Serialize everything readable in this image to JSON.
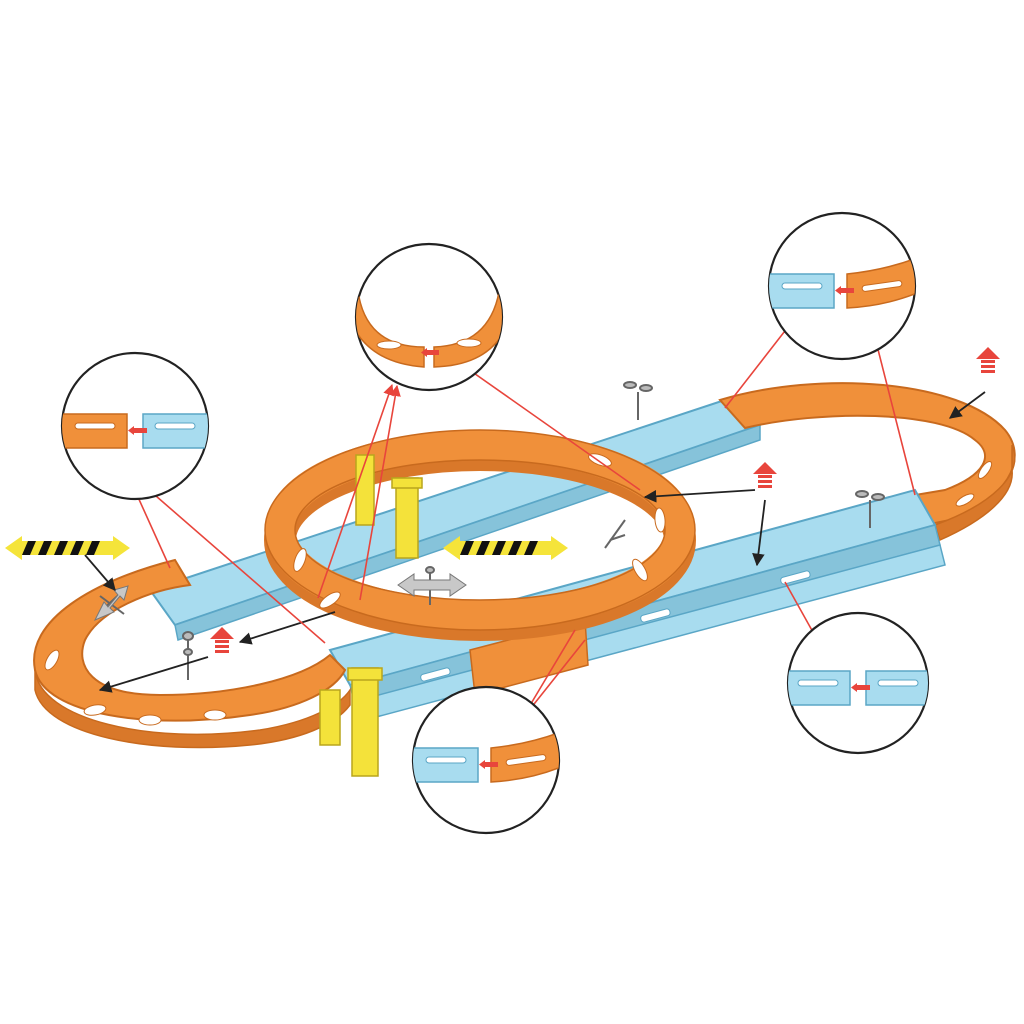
{
  "colors": {
    "background": "#ffffff",
    "orange_track": "#f0903a",
    "orange_edge": "#c86a1e",
    "blue_track": "#a8dcef",
    "blue_edge": "#5aa6c6",
    "yellow_pillar": "#f4e23a",
    "yellow_edge": "#b9a51c",
    "red_arrow": "#e8453c",
    "black_arrow": "#222222",
    "hazard_yellow": "#f5e43a",
    "hazard_black": "#111111",
    "gray_arrow": "#c8c8c8",
    "callout_outline": "#222222"
  },
  "icons": {
    "lamp_post": "lamp-post-icon",
    "up_arrow": "red-up-arrow-icon",
    "hazard_arrow": "hazard-double-arrow-icon",
    "gray_double_arrow": "gray-double-arrow-icon",
    "connector": "track-connector-icon"
  },
  "callouts": [
    {
      "name": "callout-orange-to-blue-left",
      "left": "orange",
      "right": "blue"
    },
    {
      "name": "callout-ring-joint-top",
      "left": "orange",
      "right": "orange"
    },
    {
      "name": "callout-blue-to-orange-right",
      "left": "blue",
      "right": "orange"
    },
    {
      "name": "callout-blue-to-orange-bottom",
      "left": "blue",
      "right": "orange"
    },
    {
      "name": "callout-blue-to-blue-right",
      "left": "blue",
      "right": "blue"
    }
  ]
}
